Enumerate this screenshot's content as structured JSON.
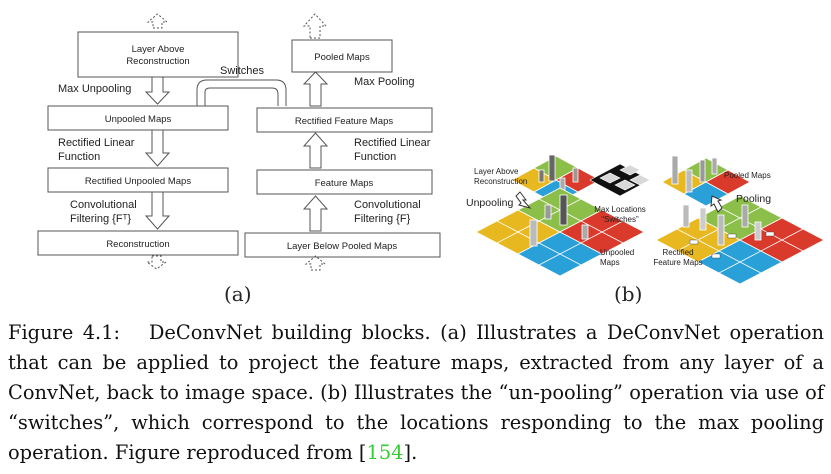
{
  "panel_a": {
    "left_column": {
      "layer_above": [
        "Layer Above",
        "Reconstruction"
      ],
      "max_unpooling": "Max Unpooling",
      "unpooled_maps": "Unpooled Maps",
      "rectified_linear": [
        "Rectified Linear",
        "Function"
      ],
      "rectified_unpooled_maps": "Rectified Unpooled Maps",
      "conv_filtering": [
        "Convolutional",
        "Filtering {Fᵀ}"
      ],
      "reconstruction": "Reconstruction"
    },
    "switches": "Switches",
    "right_column": {
      "pooled_maps": "Pooled Maps",
      "max_pooling": "Max Pooling",
      "rectified_feature_maps": "Rectified Feature Maps",
      "rectified_linear": [
        "Rectified Linear",
        "Function"
      ],
      "feature_maps": "Feature Maps",
      "conv_filtering": [
        "Convolutional",
        "Filtering {F}"
      ],
      "layer_below": "Layer Below Pooled Maps"
    },
    "label": "(a)"
  },
  "panel_b": {
    "layer_above": [
      "Layer Above",
      "Reconstruction"
    ],
    "unpooling": "Unpooling",
    "max_locations": [
      "Max Locations",
      "“Switches”"
    ],
    "pooled_maps": "Pooled Maps",
    "pooling": "Pooling",
    "unpooled_maps": [
      "Unpooled",
      "Maps"
    ],
    "rectified_feature_maps": [
      "Rectified",
      "Feature Maps"
    ],
    "label": "(b)"
  },
  "caption": {
    "prefix": "Figure 4.1:  DeConvNet building blocks. (a) Illustrates a DeConvNet operation that can be applied to project the feature maps, extracted from any layer of a ConvNet, back to image space. (b) Illustrates the “un-pooling” operation via use of “switches”, which correspond to the locations responding to the max pooling operation. Figure reproduced from [",
    "cite": "154",
    "suffix": "]."
  },
  "colors": {
    "yellow": "#e8b820",
    "green": "#8cbf4a",
    "red": "#d93a2b",
    "blue": "#2aa0d8",
    "citation": "#33cc33"
  }
}
